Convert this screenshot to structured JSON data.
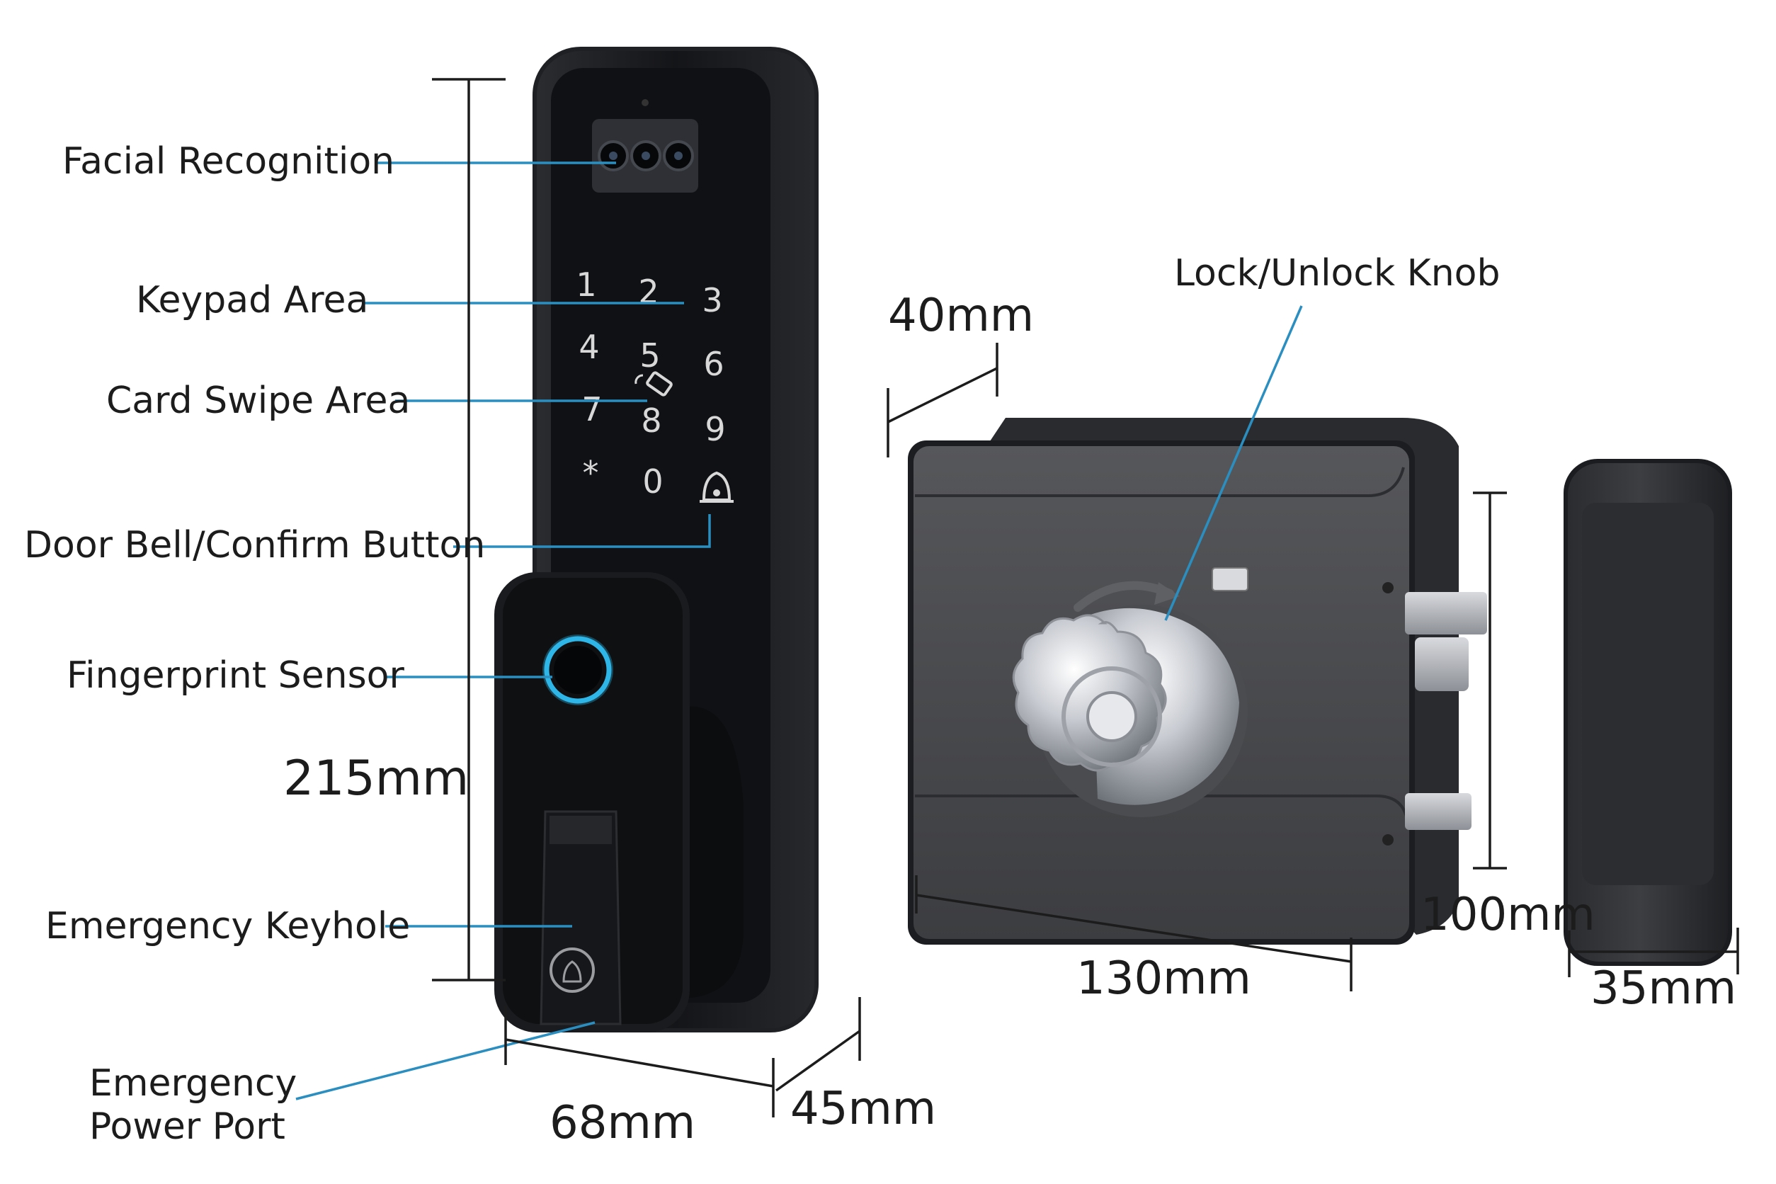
{
  "callouts": {
    "facial_recognition": "Facial Recognition",
    "keypad_area": "Keypad Area",
    "card_swipe_area": "Card Swipe Area",
    "door_bell_confirm": "Door Bell/Confirm Button",
    "fingerprint_sensor": "Fingerprint Sensor",
    "emergency_keyhole": "Emergency Keyhole",
    "emergency_power_port": "Emergency\nPower Port",
    "lock_unlock_knob": "Lock/Unlock Knob"
  },
  "dimensions": {
    "front_height": "215mm",
    "front_width": "68mm",
    "front_depth": "45mm",
    "box_depth": "40mm",
    "box_width": "130mm",
    "box_height": "100mm",
    "strike_width": "35mm"
  },
  "keypad_keys": [
    "1",
    "2",
    "3",
    "4",
    "5",
    "6",
    "7",
    "8",
    "9",
    "*",
    "0"
  ],
  "colors": {
    "callout_line": "#2a8fc0",
    "fingerprint_ring": "#2fb6e8",
    "lock_body": "#1b1d20",
    "lock_edge": "#3a3d42",
    "box_face": "#4a4b4e",
    "knob_chrome": "#c8ccd2"
  },
  "icons": [
    "camera-icon",
    "card-icon",
    "bell-icon",
    "fingerprint-icon",
    "keyhole-icon",
    "rotate-arrow-icon"
  ]
}
